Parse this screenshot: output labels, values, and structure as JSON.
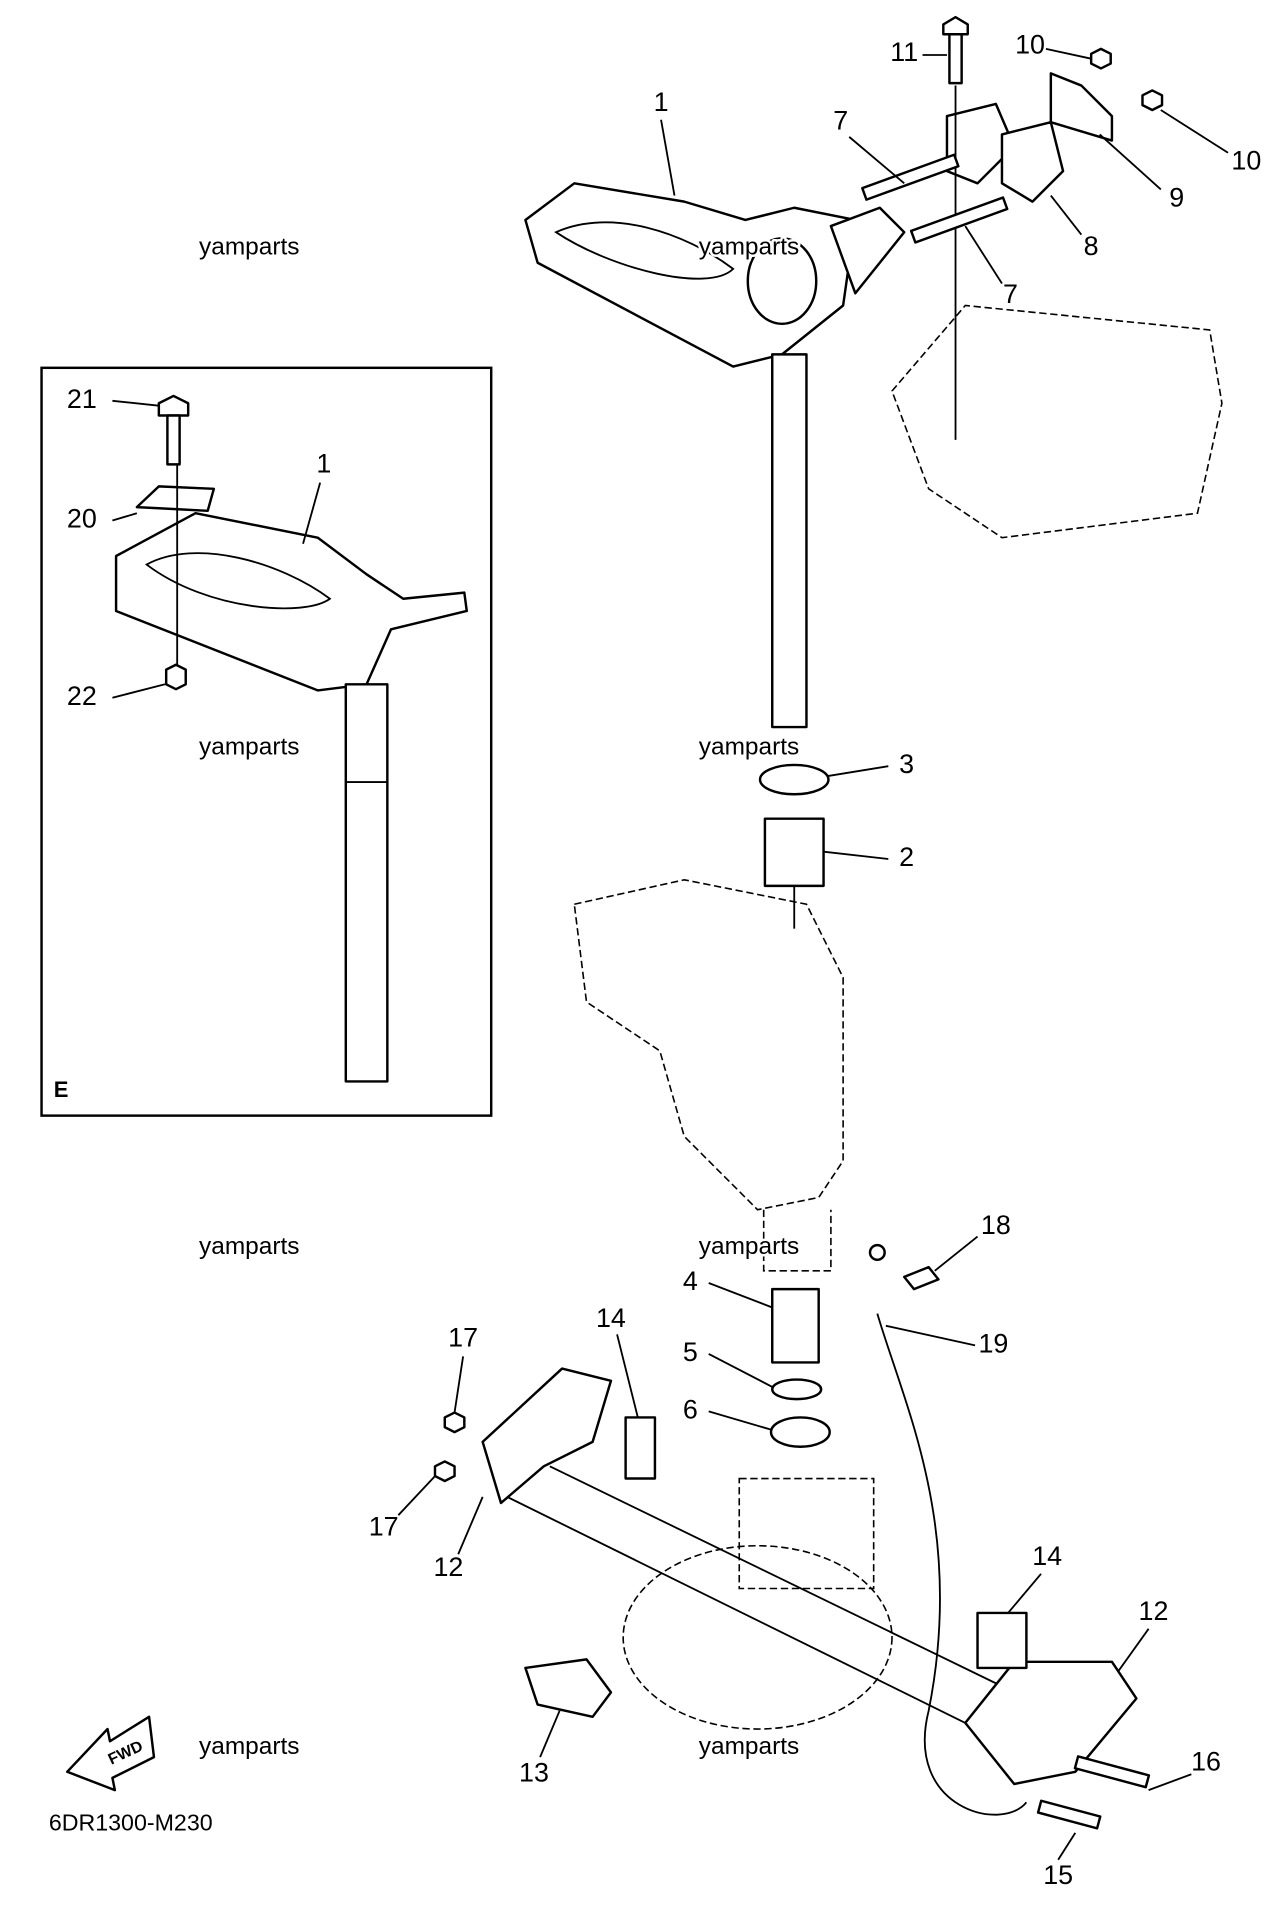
{
  "diagram_code": "6DR1300-M230",
  "fwd_label": "FWD",
  "inset": {
    "letter": "E",
    "callouts": [
      "21",
      "20",
      "1",
      "22"
    ]
  },
  "watermarks": [
    "yamparts",
    "yamparts",
    "yamparts",
    "yamparts",
    "yamparts",
    "yamparts",
    "yamparts",
    "yamparts"
  ],
  "callouts": [
    "1",
    "7",
    "11",
    "10",
    "10",
    "9",
    "8",
    "7",
    "3",
    "2",
    "18",
    "4",
    "19",
    "14",
    "17",
    "5",
    "6",
    "17",
    "12",
    "14",
    "12",
    "13",
    "16",
    "15"
  ]
}
